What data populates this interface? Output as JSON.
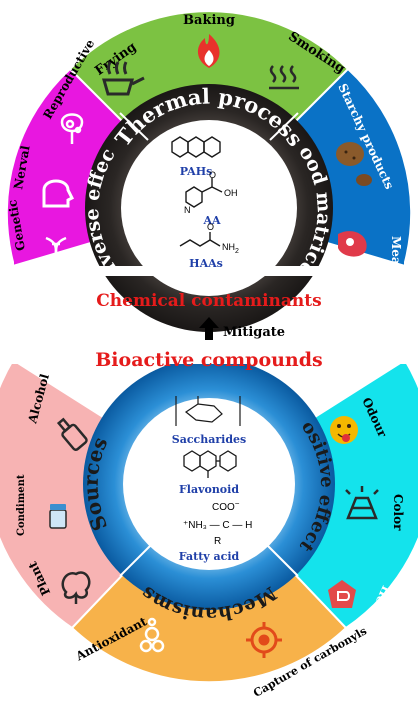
{
  "top": {
    "title": "Thermal process",
    "left_title": "Adverse effects",
    "right_title": "Food matrices",
    "thermal": [
      "Frying",
      "Baking",
      "Smoking"
    ],
    "adverse": [
      "Reproductive",
      "Nerval",
      "Genetic"
    ],
    "food": [
      "Starchy products",
      "Meat"
    ],
    "compounds": [
      "PAHs",
      "AA",
      "HAAs"
    ],
    "aa_atoms": {
      "O": "O",
      "OH": "OH",
      "N": "N"
    },
    "haa_atoms": {
      "O": "O",
      "NH2": "NH",
      "sub": "2"
    }
  },
  "center": {
    "contaminants": "Chemical contaminants",
    "mitigate": "Mitigate",
    "bioactive": "Bioactive compounds"
  },
  "bottom": {
    "title": "Mechanisms",
    "left_title": "Sources",
    "right_title": "Positive effects",
    "sources": [
      "Alcohol",
      "Condiment",
      "Plant"
    ],
    "positive": [
      "Odour",
      "Color",
      "Health"
    ],
    "mechanisms": [
      "Antioxidant",
      "Capture of carbonyls"
    ],
    "compounds": [
      "Saccharides",
      "Flavonoid",
      "Fatty acid"
    ],
    "fatty": {
      "coo": "COO",
      "minus": "−",
      "nh3": "⁺NH₃ — C — H",
      "r": "R"
    }
  },
  "colors": {
    "green": "#7cc242",
    "magenta": "#e817e0",
    "blue_right": "#0a72c6",
    "dark_ring": "#2e2a28",
    "pink": "#f7b3b3",
    "cyan": "#14e3ec",
    "orange": "#f7b24a",
    "blue_ring": "#0b6fb8",
    "red_text": "#e51b1b"
  },
  "icons": [
    "frying-pan-icon",
    "flame-icon",
    "smoke-icon",
    "bladder-icon",
    "head-icon",
    "dna-icon",
    "potato-icon",
    "steak-icon",
    "bottle-icon",
    "salt-shaker-icon",
    "plant-icon",
    "tongue-emoji-icon",
    "color-icon",
    "heart-shield-icon",
    "molecule-icon",
    "target-icon"
  ]
}
